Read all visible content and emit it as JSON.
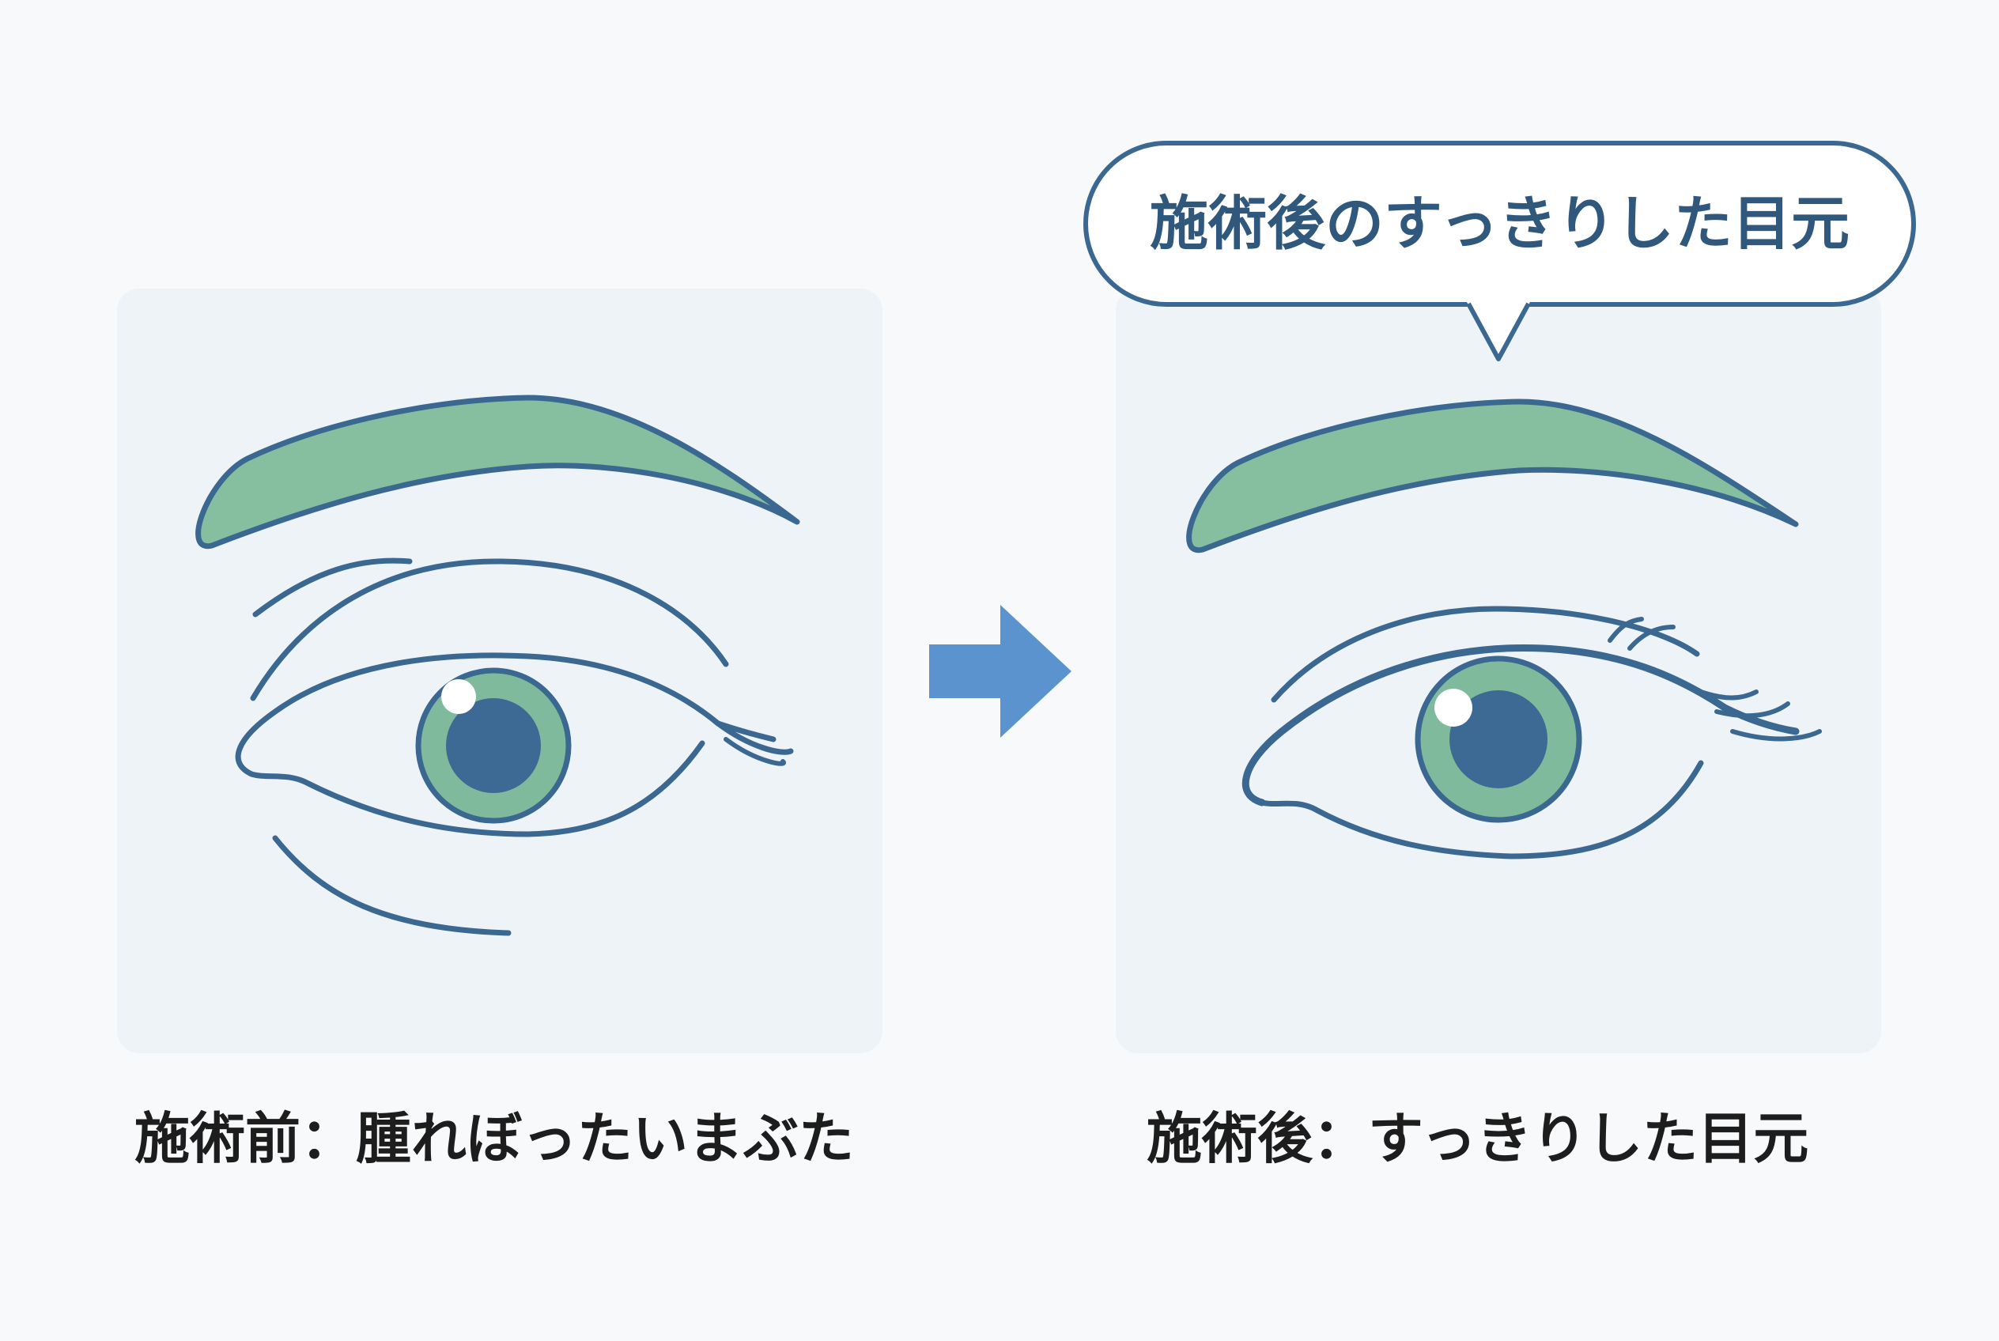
{
  "before": {
    "caption": "施術前：腫れぼったいまぶた"
  },
  "after": {
    "caption": "施術後：すっきりした目元",
    "bubble_text": "施術後のすっきりした目元"
  },
  "arrow": {
    "icon": "right-arrow-icon"
  },
  "colors": {
    "panel_bg": "#eef3f8",
    "page_bg": "#f7f9fa",
    "outline": "#3b6891",
    "brow_fill": "#85bfa0",
    "iris": "#7fba9c",
    "pupil": "#3d6a94",
    "arrow": "#5b93cf",
    "text": "#1d1d1d",
    "bubble_text": "#2f587c"
  }
}
